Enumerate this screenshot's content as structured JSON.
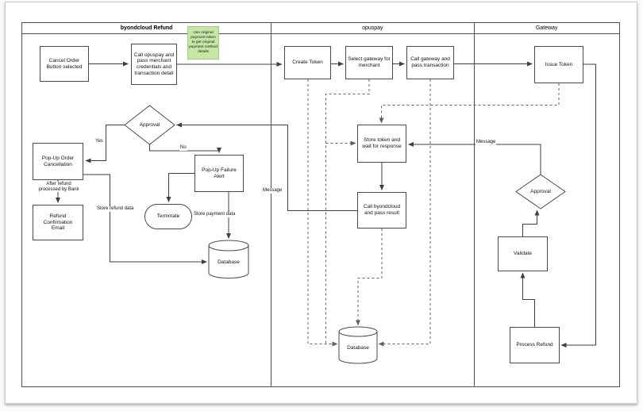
{
  "lanes": [
    {
      "title": "byondcloud Refund"
    },
    {
      "title": "opuspay"
    },
    {
      "title": "Gateway"
    }
  ],
  "nodes": {
    "cancel_order": {
      "label": "Cancel Order\nButton selected"
    },
    "call_opuspay": {
      "label": "Call opuspay and\npass merchant\ncredentials and\ntransaction detail"
    },
    "approval1": {
      "label": "Approval"
    },
    "popup_cancel": {
      "label": "Pop-Up Order\nCancellation"
    },
    "refund_email": {
      "label": "Refund\nConfirmation\nEmail"
    },
    "popup_failure": {
      "label": "Pop-Up Failure\nAlert"
    },
    "terminate": {
      "label": "Terminate"
    },
    "database1": {
      "label": "Database"
    },
    "create_token": {
      "label": "Create Token"
    },
    "select_gateway": {
      "label": "Select gateway for\nmerchant"
    },
    "call_gateway": {
      "label": "Call gateway and\npass transaction"
    },
    "store_token": {
      "label": "Store token and\nwait for response"
    },
    "call_byondcloud": {
      "label": "Call byondcloud\nand pass result"
    },
    "database2": {
      "label": "Database"
    },
    "issue_token": {
      "label": "Issue Token"
    },
    "approval2": {
      "label": "Approval"
    },
    "validate": {
      "label": "Validate"
    },
    "process_refund": {
      "label": "Process Refund"
    }
  },
  "note": {
    "text": "Use original payment token to get original payment method details"
  },
  "labels": {
    "yes": "Yes",
    "no": "No",
    "message_to_byondcloud": "Message",
    "message_to_opuspay": "Message",
    "after_refund": "After refund\nprocessed by Bank",
    "store_refund": "Store refund data",
    "store_payment": "Store payment data"
  },
  "colors": {
    "note_fill": "#c5e6a4",
    "note_border": "#a2cc7d",
    "solid_line": "#3f3f3f",
    "dashed_line": "#616161",
    "lane_border": "#4d4d4d"
  }
}
